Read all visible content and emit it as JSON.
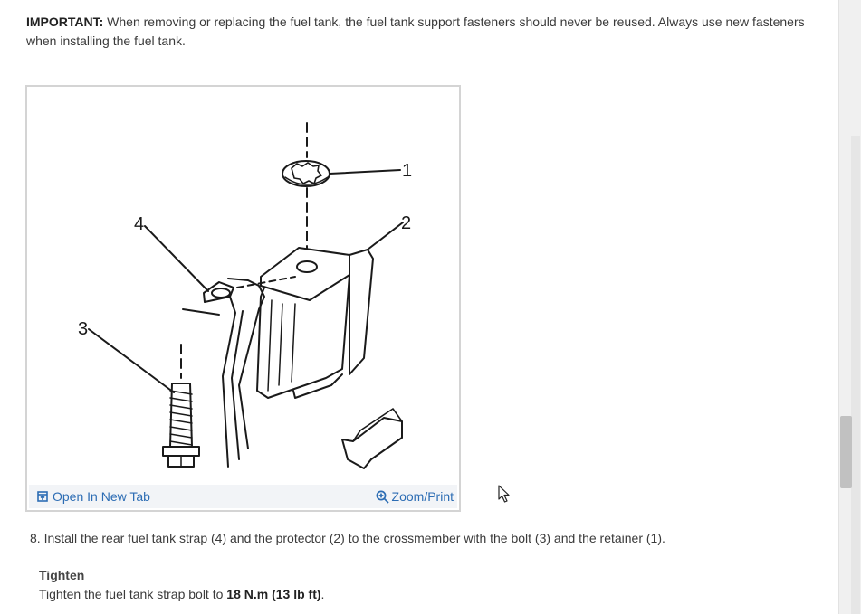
{
  "important": {
    "label": "IMPORTANT:",
    "text": " When removing or replacing the fuel tank, the fuel tank support fasteners should never be reused. Always use new fasteners when installing the fuel tank."
  },
  "figure": {
    "callouts": [
      "1",
      "2",
      "3",
      "4"
    ],
    "open_new_tab_label": "Open In New Tab",
    "zoom_print_label": "Zoom/Print"
  },
  "step": {
    "text": "8. Install the rear fuel tank strap (4) and the protector (2) to the crossmember with the bolt (3) and the retainer (1)."
  },
  "tighten": {
    "heading": "Tighten",
    "prefix": "Tighten the fuel tank strap bolt to ",
    "value": "18 N.m (13 lb ft)",
    "suffix": "."
  },
  "colors": {
    "link": "#2d6db4",
    "figure_border": "#d4d4d4",
    "footer_bg": "#f2f4f7"
  },
  "icons": [
    "open-new-tab-icon",
    "zoom-icon",
    "mouse-pointer-icon"
  ]
}
